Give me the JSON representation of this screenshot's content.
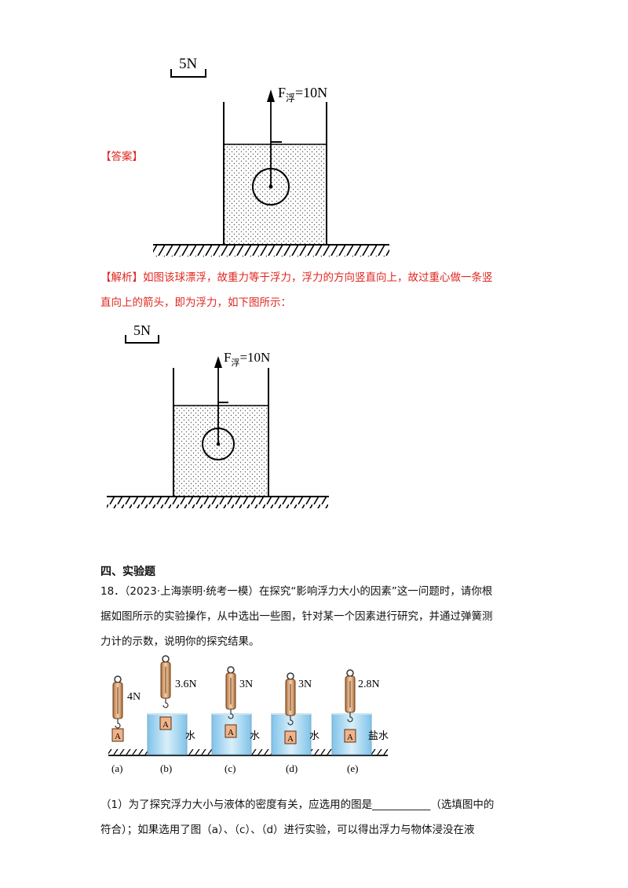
{
  "figure1": {
    "scale_label": "5N",
    "force_symbol": "F",
    "force_subscript": "浮",
    "force_value": "=10N"
  },
  "answer_label": "【答案】",
  "analysis": {
    "label": "【解析】",
    "line1": "如图该球漂浮，故重力等于浮力，浮力的方向竖直向上，故过重心做一条竖",
    "line2": "直向上的箭头，即为浮力，如下图所示："
  },
  "figure2": {
    "scale_label": "5N",
    "force_symbol": "F",
    "force_subscript": "浮",
    "force_value": "=10N"
  },
  "section_title": "四、实验题",
  "question": {
    "line1": "18．（2023·上海崇明·统考一模）在探究“影响浮力大小的因素”这一问题时，请你根",
    "line2": "据如图所示的实验操作，从中选出一些图，针对某一个因素进行研究，并通过弹簧测",
    "line3": "力计的示数，说明你的探究结果。"
  },
  "experiment": {
    "block_label": "A",
    "panels": [
      {
        "reading": "4N",
        "liquid": "",
        "caption": "(a)"
      },
      {
        "reading": "3.6N",
        "liquid": "水",
        "caption": "(b)"
      },
      {
        "reading": "3N",
        "liquid": "水",
        "caption": "(c)"
      },
      {
        "reading": "3N",
        "liquid": "水",
        "caption": "(d)"
      },
      {
        "reading": "2.8N",
        "liquid": "盐水",
        "caption": "(e)"
      }
    ]
  },
  "subquestion": {
    "line1": "（1）为了探究浮力大小与液体的密度有关，应选用的图是___________（选填图中的",
    "line2": "符合）；如果选用了图（a）、（c）、（d）进行实验，可以得出浮力与物体浸没在液"
  }
}
